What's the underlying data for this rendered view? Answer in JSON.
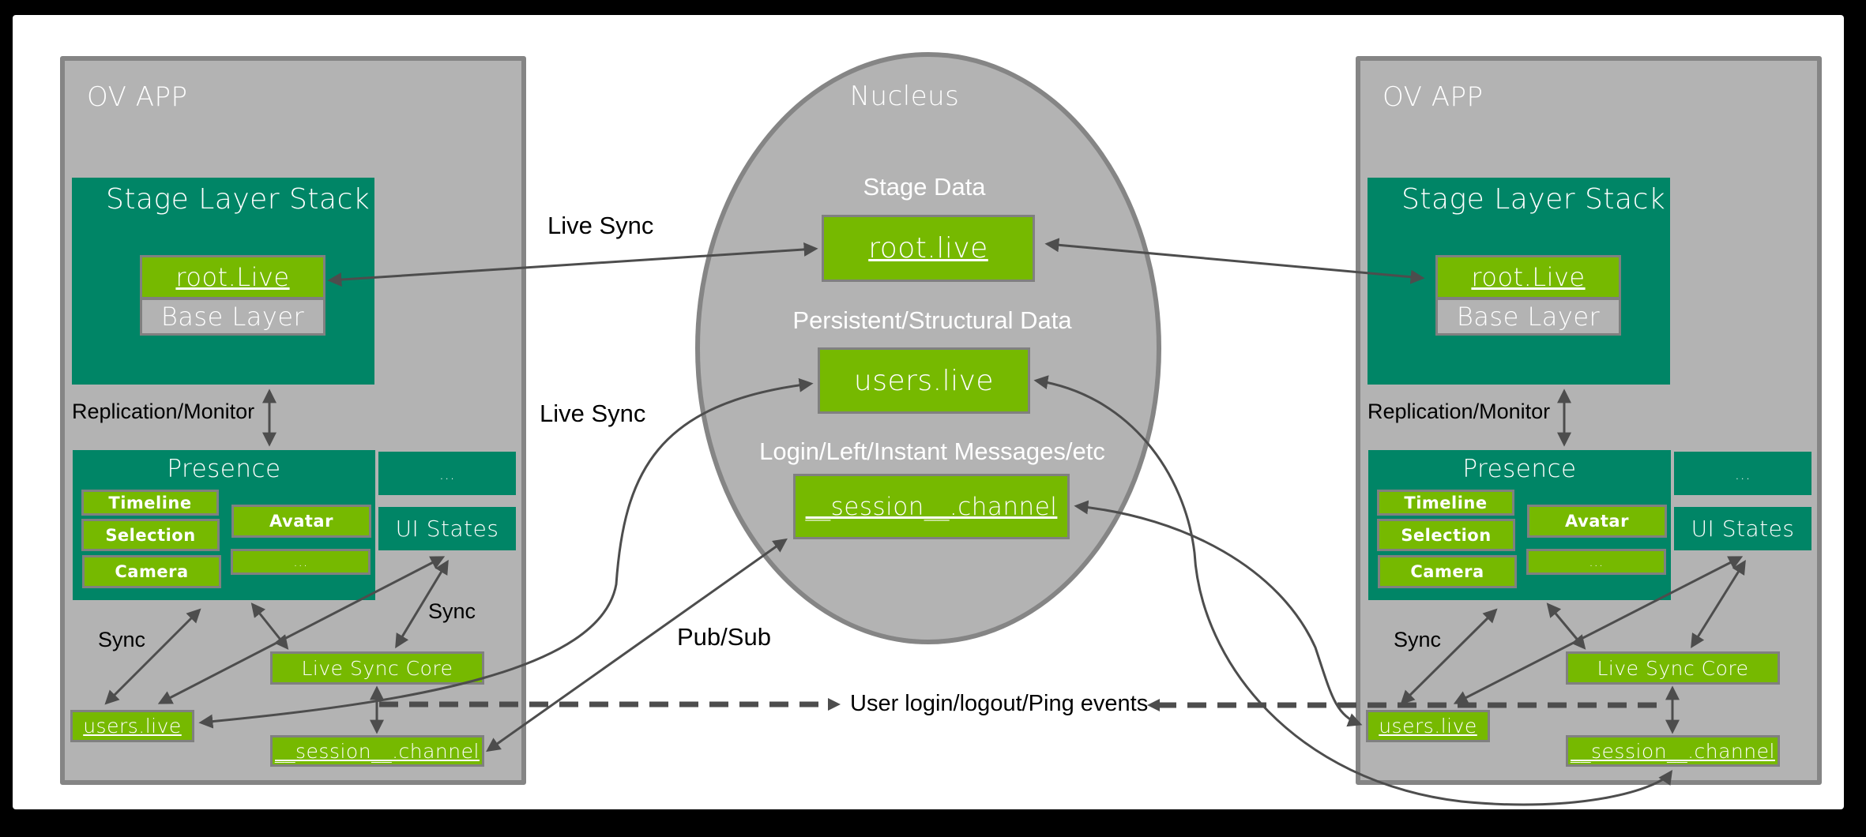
{
  "diagram": {
    "colors": {
      "panel_fill": "#b3b3b3",
      "panel_border": "#858585",
      "teal": "#008566",
      "green": "#76b900",
      "arrow": "#4d4d4d"
    },
    "left_app": {
      "title": "OV APP",
      "stage_layer_stack": {
        "title": "Stage Layer Stack",
        "root_layer": "root.Live",
        "base_layer": "Base Layer"
      },
      "replication_label": "Replication/Monitor",
      "presence": {
        "title": "Presence",
        "items_left": [
          "Timeline",
          "Selection",
          "Camera"
        ],
        "items_right": [
          "Avatar",
          "..."
        ]
      },
      "extra_box": "...",
      "ui_states": "UI States",
      "sync_label_left": "Sync",
      "sync_label_right": "Sync",
      "live_sync_core": "Live Sync Core",
      "users_live": "users.live",
      "session_channel": "__session__.channel"
    },
    "right_app": {
      "title": "OV APP",
      "stage_layer_stack": {
        "title": "Stage Layer Stack",
        "root_layer": "root.Live",
        "base_layer": "Base Layer"
      },
      "replication_label": "Replication/Monitor",
      "presence": {
        "title": "Presence",
        "items_left": [
          "Timeline",
          "Selection",
          "Camera"
        ],
        "items_right": [
          "Avatar",
          "..."
        ]
      },
      "extra_box": "...",
      "ui_states": "UI States",
      "sync_label": "Sync",
      "live_sync_core": "Live Sync Core",
      "users_live": "users.live",
      "session_channel": "__session__.channel"
    },
    "nucleus": {
      "title": "Nucleus",
      "stage_data_label": "Stage Data",
      "stage_data_box": "root.live",
      "persistent_label": "Persistent/Structural Data",
      "persistent_box": "users.live",
      "messages_label": "Login/Left/Instant Messages/etc",
      "messages_box": "__session__.channel"
    },
    "connectors": {
      "live_sync_top": "Live Sync",
      "live_sync_mid": "Live Sync",
      "pub_sub": "Pub/Sub",
      "events": "User login/logout/Ping events"
    }
  }
}
